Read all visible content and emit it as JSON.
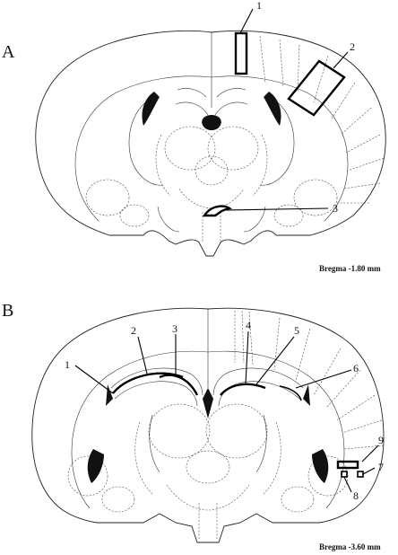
{
  "panels": [
    {
      "id": "A",
      "label": "A",
      "bregma": "Bregma -1.80 mm",
      "regions": [
        "1",
        "2",
        "3"
      ]
    },
    {
      "id": "B",
      "label": "B",
      "bregma": "Bregma -3.60 mm",
      "regions": [
        "1",
        "2",
        "3",
        "4",
        "5",
        "6",
        "7",
        "8",
        "9"
      ]
    }
  ]
}
